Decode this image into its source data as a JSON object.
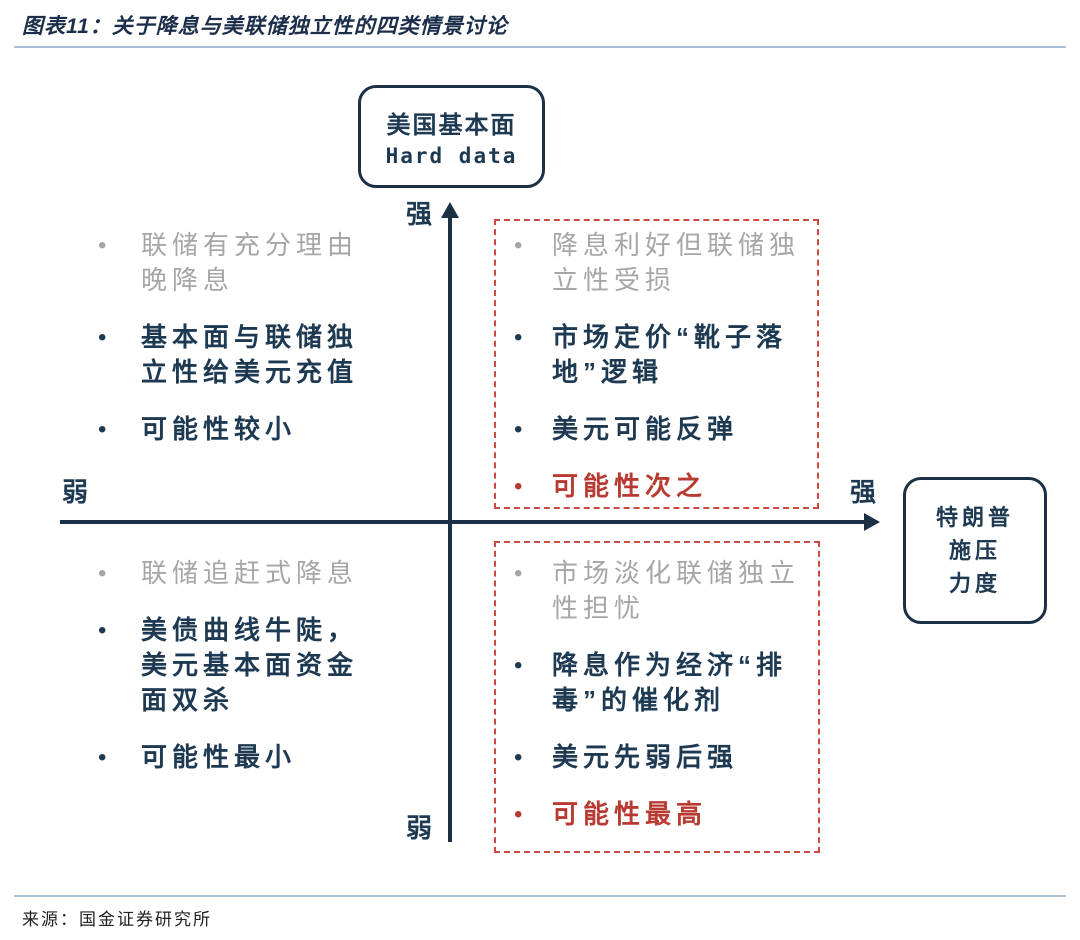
{
  "figure": {
    "title": "图表11：关于降息与美联储独立性的四类情景讨论",
    "source": "来源：国金证券研究所"
  },
  "colors": {
    "dark_navy": "#1e3a52",
    "axis_navy": "#1b3044",
    "gray_text": "#a6a6a6",
    "red_text": "#b93a31",
    "dashed_border_red": "#cd4a41",
    "separator_blue": "#a9c0d8"
  },
  "icons": {
    "bullet": "•"
  },
  "vertical_axis": {
    "box_line1": "美国基本面",
    "box_line2": "Hard data",
    "top_label": "强",
    "bottom_label": "弱"
  },
  "horizontal_axis": {
    "left_label": "弱",
    "right_label": "强",
    "box_line1": "特朗普",
    "box_line2": "施压",
    "box_line3": "力度"
  },
  "quadrants": {
    "top_left": {
      "items": [
        {
          "text": "联储有充分理由晚降息",
          "style": "gray"
        },
        {
          "text": "基本面与联储独立性给美元充值",
          "style": "dark"
        },
        {
          "text": "可能性较小",
          "style": "dark"
        }
      ]
    },
    "top_right": {
      "boxed": true,
      "items": [
        {
          "text": "降息利好但联储独立性受损",
          "style": "gray"
        },
        {
          "text": "市场定价“靴子落地”逻辑",
          "style": "dark"
        },
        {
          "text": "美元可能反弹",
          "style": "dark"
        },
        {
          "text": "可能性次之",
          "style": "red"
        }
      ]
    },
    "bottom_left": {
      "items": [
        {
          "text": "联储追赶式降息",
          "style": "gray"
        },
        {
          "text": "美债曲线牛陡，美元基本面资金面双杀",
          "style": "dark"
        },
        {
          "text": "可能性最小",
          "style": "dark"
        }
      ]
    },
    "bottom_right": {
      "boxed": true,
      "items": [
        {
          "text": "市场淡化联储独立性担忧",
          "style": "gray"
        },
        {
          "text": "降息作为经济“排毒”的催化剂",
          "style": "dark"
        },
        {
          "text": "美元先弱后强",
          "style": "dark"
        },
        {
          "text": "可能性最高",
          "style": "red"
        }
      ]
    }
  }
}
